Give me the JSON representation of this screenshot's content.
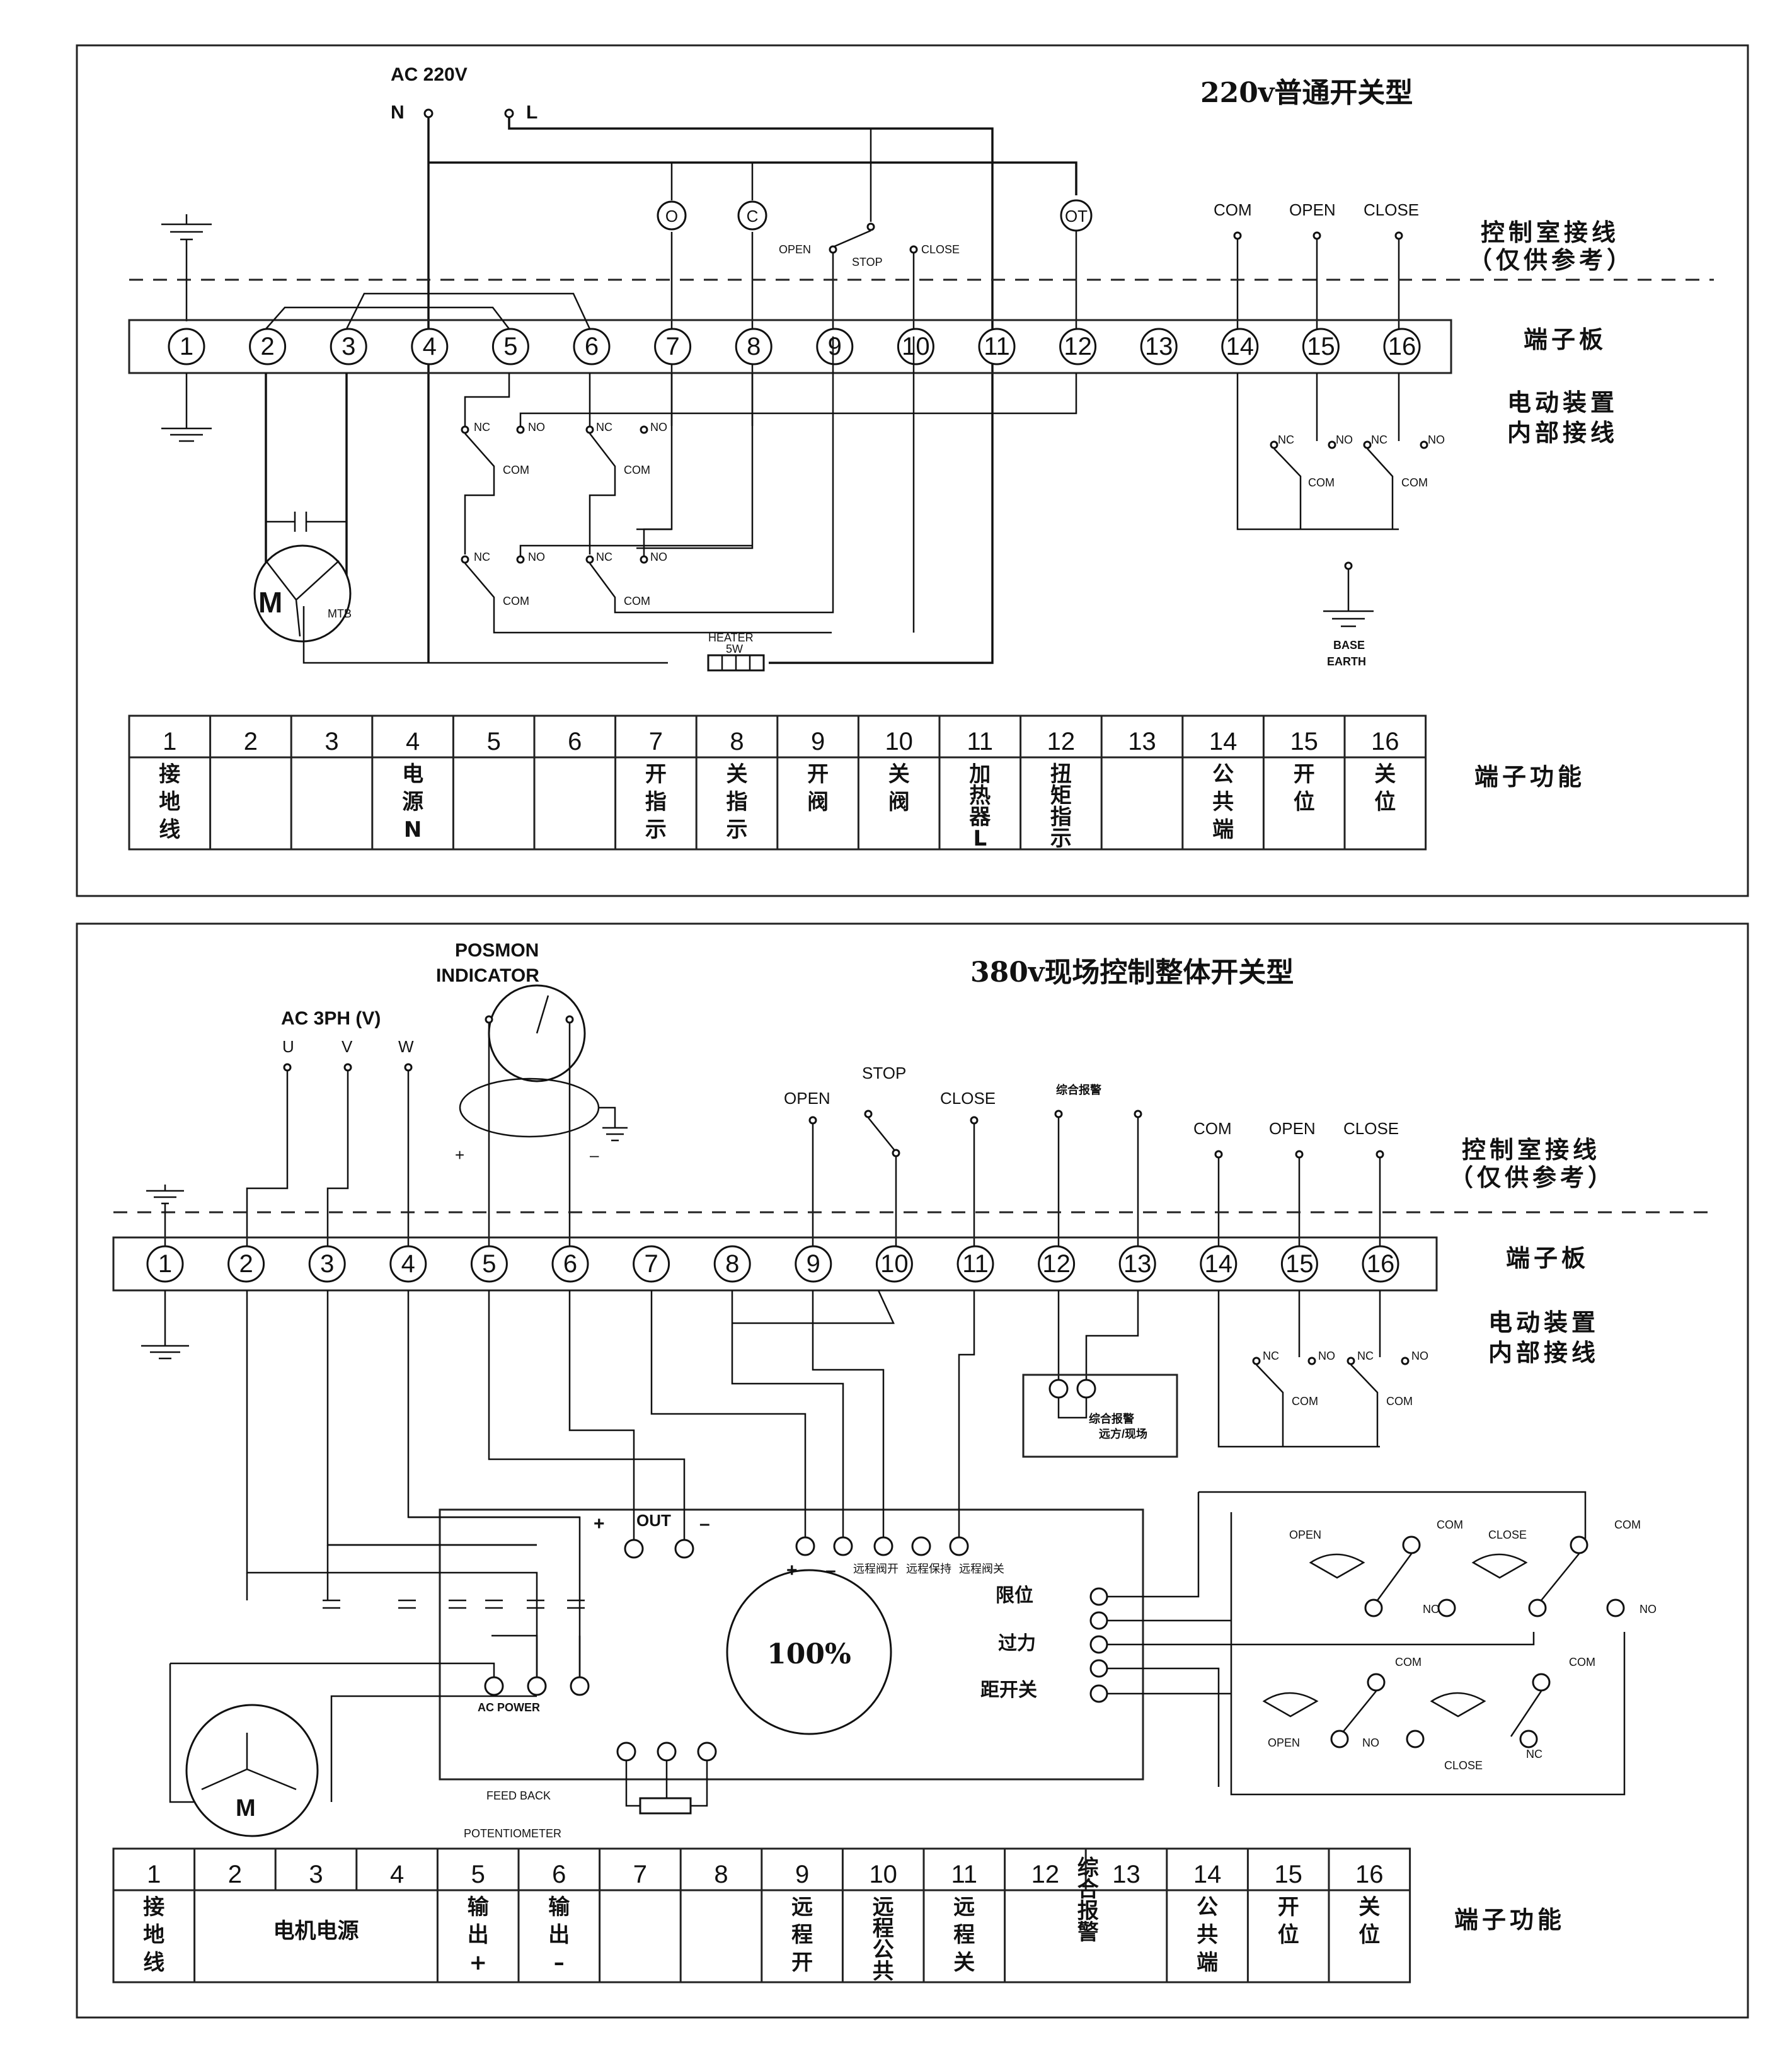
{
  "diagram1": {
    "title": "220v普通开关型",
    "supply": "AC 220V",
    "supply_n": "N",
    "supply_l": "L",
    "lamps": [
      "O",
      "C",
      "OT"
    ],
    "switch_labels": {
      "open": "OPEN",
      "stop": "STOP",
      "close": "CLOSE"
    },
    "room_signals": [
      "COM",
      "OPEN",
      "CLOSE"
    ],
    "control_room_label": "控制室接线",
    "reference_note": "（仅供参考）",
    "terminal_board_label": "端子板",
    "internal_wiring_label": [
      "电动装置",
      "内部接线"
    ],
    "terminals": [
      "1",
      "2",
      "3",
      "4",
      "5",
      "6",
      "7",
      "8",
      "9",
      "10",
      "11",
      "12",
      "13",
      "14",
      "15",
      "16"
    ],
    "contact_labels": {
      "nc": "NC",
      "no": "NO",
      "com": "COM"
    },
    "motor": "M",
    "mtb": "MTB",
    "heater": [
      "HEATER",
      "5W"
    ],
    "earth": [
      "BASE",
      "EARTH"
    ],
    "function_label": "端子功能",
    "functions": [
      {
        "num": "1",
        "text": "接地线"
      },
      {
        "num": "2",
        "text": ""
      },
      {
        "num": "3",
        "text": ""
      },
      {
        "num": "4",
        "text": "电源N"
      },
      {
        "num": "5",
        "text": ""
      },
      {
        "num": "6",
        "text": ""
      },
      {
        "num": "7",
        "text": "开指示"
      },
      {
        "num": "8",
        "text": "关指示"
      },
      {
        "num": "9",
        "text": "开阀"
      },
      {
        "num": "10",
        "text": "关阀"
      },
      {
        "num": "11",
        "text": "加热器L"
      },
      {
        "num": "12",
        "text": "扭矩指示"
      },
      {
        "num": "13",
        "text": ""
      },
      {
        "num": "14",
        "text": "公共端"
      },
      {
        "num": "15",
        "text": "开位"
      },
      {
        "num": "16",
        "text": "关位"
      }
    ]
  },
  "diagram2": {
    "title": "380v现场控制整体开关型",
    "indicator": [
      "POSMON",
      "INDICATOR"
    ],
    "supply": "AC 3PH (V)",
    "phases": [
      "U",
      "V",
      "W"
    ],
    "plus": "+",
    "minus": "–",
    "switch_labels": {
      "open": "OPEN",
      "stop": "STOP",
      "close": "CLOSE"
    },
    "alarm": "综合报警",
    "room_signals": [
      "COM",
      "OPEN",
      "CLOSE"
    ],
    "control_room_label": "控制室接线",
    "reference_note": "（仅供参考）",
    "terminal_board_label": "端子板",
    "internal_wiring_label": [
      "电动装置",
      "内部接线"
    ],
    "terminals": [
      "1",
      "2",
      "3",
      "4",
      "5",
      "6",
      "7",
      "8",
      "9",
      "10",
      "11",
      "12",
      "13",
      "14",
      "15",
      "16"
    ],
    "contact_labels": {
      "nc": "NC",
      "no": "NO",
      "com": "COM"
    },
    "alarm_box": [
      "综合报警",
      "远方/现场"
    ],
    "out_label": "OUT",
    "remote_labels": [
      "远程阀开",
      "远程保持",
      "远程阀关"
    ],
    "percent": "100%",
    "ac_power": "AC POWER",
    "feedback": [
      "FEED BACK",
      "POTENTIOMETER"
    ],
    "side_labels": [
      "限位",
      "过力",
      "距开关"
    ],
    "motor": "M",
    "function_label": "端子功能",
    "functions": [
      {
        "num": "1",
        "text": "接地线"
      },
      {
        "num": "2",
        "text": ""
      },
      {
        "num": "3",
        "text": ""
      },
      {
        "num": "4",
        "text": ""
      },
      {
        "num": "5",
        "text": "输出+"
      },
      {
        "num": "6",
        "text": "输出–"
      },
      {
        "num": "7",
        "text": ""
      },
      {
        "num": "8",
        "text": ""
      },
      {
        "num": "9",
        "text": "远程开"
      },
      {
        "num": "10",
        "text": "远程公共"
      },
      {
        "num": "11",
        "text": "远程关"
      },
      {
        "num": "12",
        "text": ""
      },
      {
        "num": "13",
        "text": ""
      },
      {
        "num": "14",
        "text": "公共端"
      },
      {
        "num": "15",
        "text": "开位"
      },
      {
        "num": "16",
        "text": "关位"
      }
    ],
    "merged_functions": {
      "motor_power": "电机电源",
      "combined_alarm": "综合报警"
    }
  }
}
